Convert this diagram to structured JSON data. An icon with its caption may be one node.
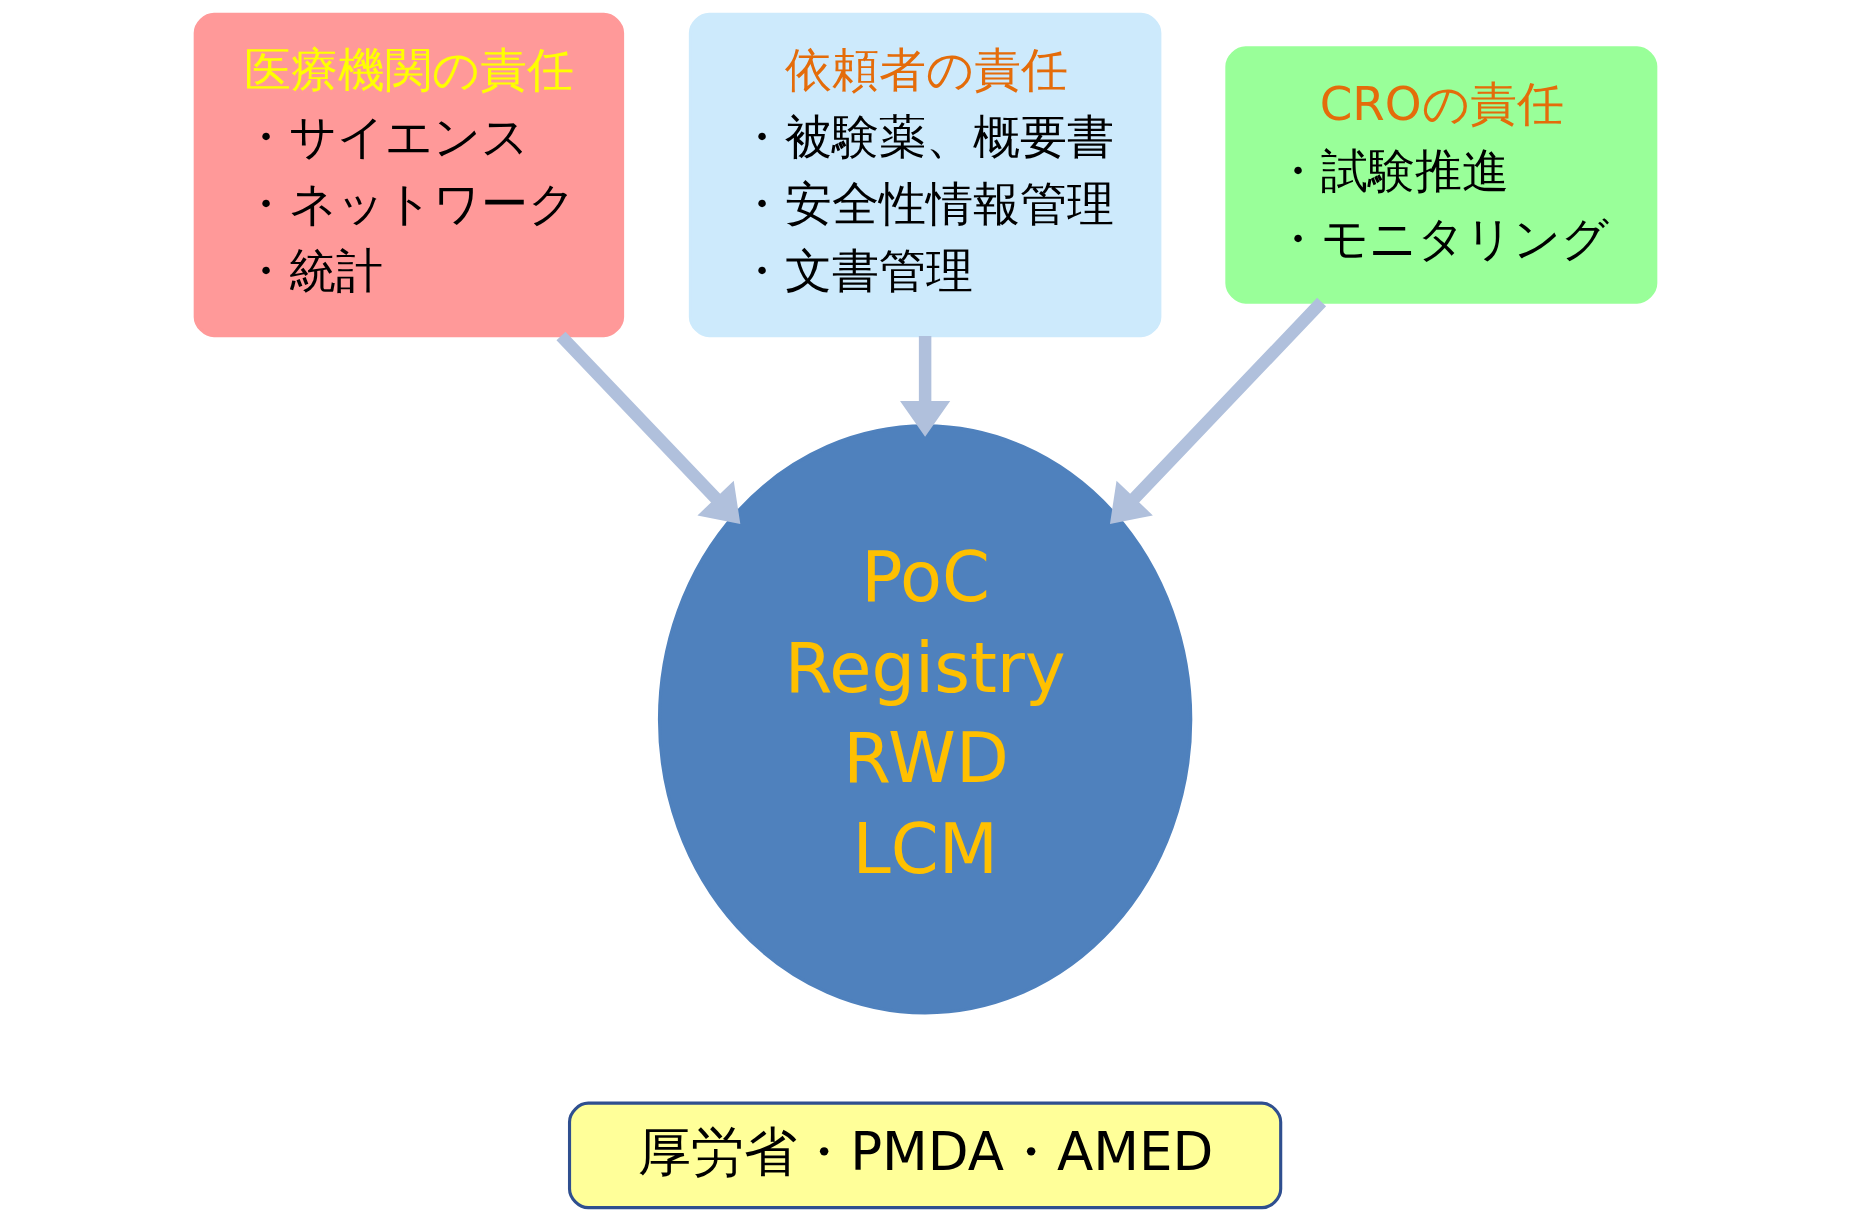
{
  "diagram": {
    "nodes": [
      {
        "text": [
          "依頼者の責任",
          "・被験薬、概要書",
          "・安全性情報管理",
          "・文書管理"
        ]
      },
      {
        "text": [
          "医療機関の責任",
          "・サイエンス",
          "・ネットワーク",
          "・統計"
        ]
      },
      {
        "text": [
          "CROの責任",
          "・試験推進",
          "・モニタリング"
        ]
      },
      {
        "text": [
          "PoC",
          "Registry",
          "RWD",
          "LCM"
        ]
      },
      {
        "text": [
          "厚労省・PMDA・AMED"
        ]
      }
    ],
    "edges": [
      {
        "from": 0,
        "to": 3,
        "arrow": "to"
      },
      {
        "from": 1,
        "to": 3,
        "arrow": "to"
      },
      {
        "from": 2,
        "to": 3,
        "arrow": "to"
      }
    ]
  }
}
